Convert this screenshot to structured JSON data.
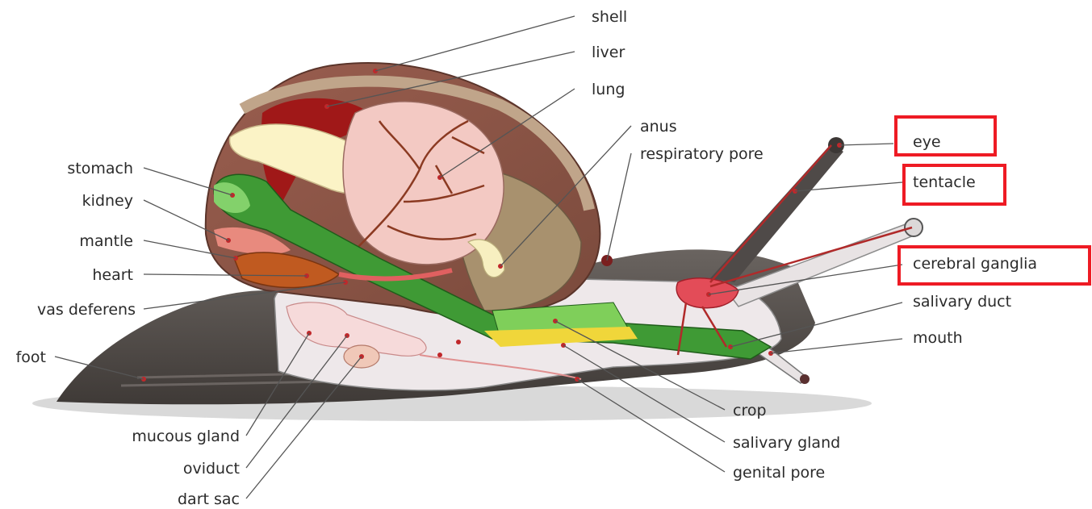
{
  "labels": {
    "shell": "shell",
    "liver": "liver",
    "lung": "lung",
    "anus": "anus",
    "respiratory_pore": "respiratory pore",
    "eye": "eye",
    "tentacle": "tentacle",
    "cerebral_ganglia": "cerebral ganglia",
    "salivary_duct": "salivary duct",
    "mouth": "mouth",
    "crop": "crop",
    "salivary_gland": "salivary gland",
    "genital_pore": "genital pore",
    "stomach": "stomach",
    "kidney": "kidney",
    "mantle": "mantle",
    "heart": "heart",
    "vas_deferens": "vas deferens",
    "foot": "foot",
    "mucous_gland": "mucous gland",
    "oviduct": "oviduct",
    "dart_sac": "dart sac"
  },
  "highlighted": [
    "eye",
    "tentacle",
    "cerebral ganglia"
  ],
  "colors": {
    "highlight_box": "#ee1b24",
    "body": "#5a5450",
    "shell": "#8d5548",
    "digestive_tract": "#3f9a35",
    "heart": "#d8533d",
    "lung": "#f3c9c3"
  }
}
